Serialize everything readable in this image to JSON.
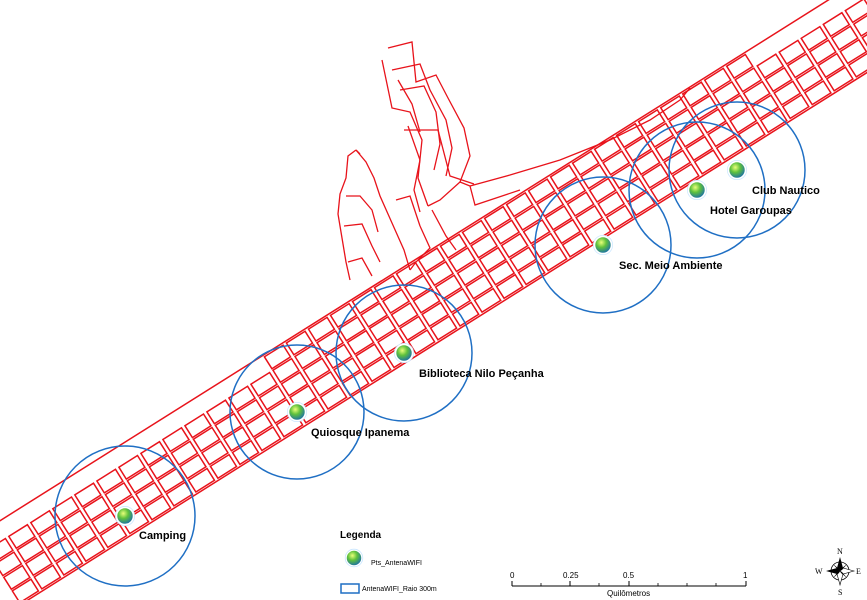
{
  "antennas": [
    {
      "id": "camping",
      "label": "Camping"
    },
    {
      "id": "quiosque",
      "label": "Quiosque Ipanema"
    },
    {
      "id": "biblioteca",
      "label": "Biblioteca Nilo Peçanha"
    },
    {
      "id": "sec",
      "label": "Sec. Meio Ambiente"
    },
    {
      "id": "hotel",
      "label": "Hotel Garoupas"
    },
    {
      "id": "club",
      "label": "Club Nautico"
    }
  ],
  "legend": {
    "title": "Legenda",
    "point_label": "Pts_AntenaWIFI",
    "buffer_label": "AntenaWIFI_Raio 300m"
  },
  "scale_bar": {
    "ticks": [
      "0",
      "0.25",
      "0.5",
      "1"
    ],
    "unit": "Quilômetros"
  },
  "north_arrow": {
    "n": "N",
    "s": "S",
    "e": "E",
    "w": "W"
  },
  "colors": {
    "streets": "#e8131b",
    "buffer": "#1f6fc4",
    "point_outer": "#1a8a3a",
    "point_inner": "#5ab7ff"
  }
}
